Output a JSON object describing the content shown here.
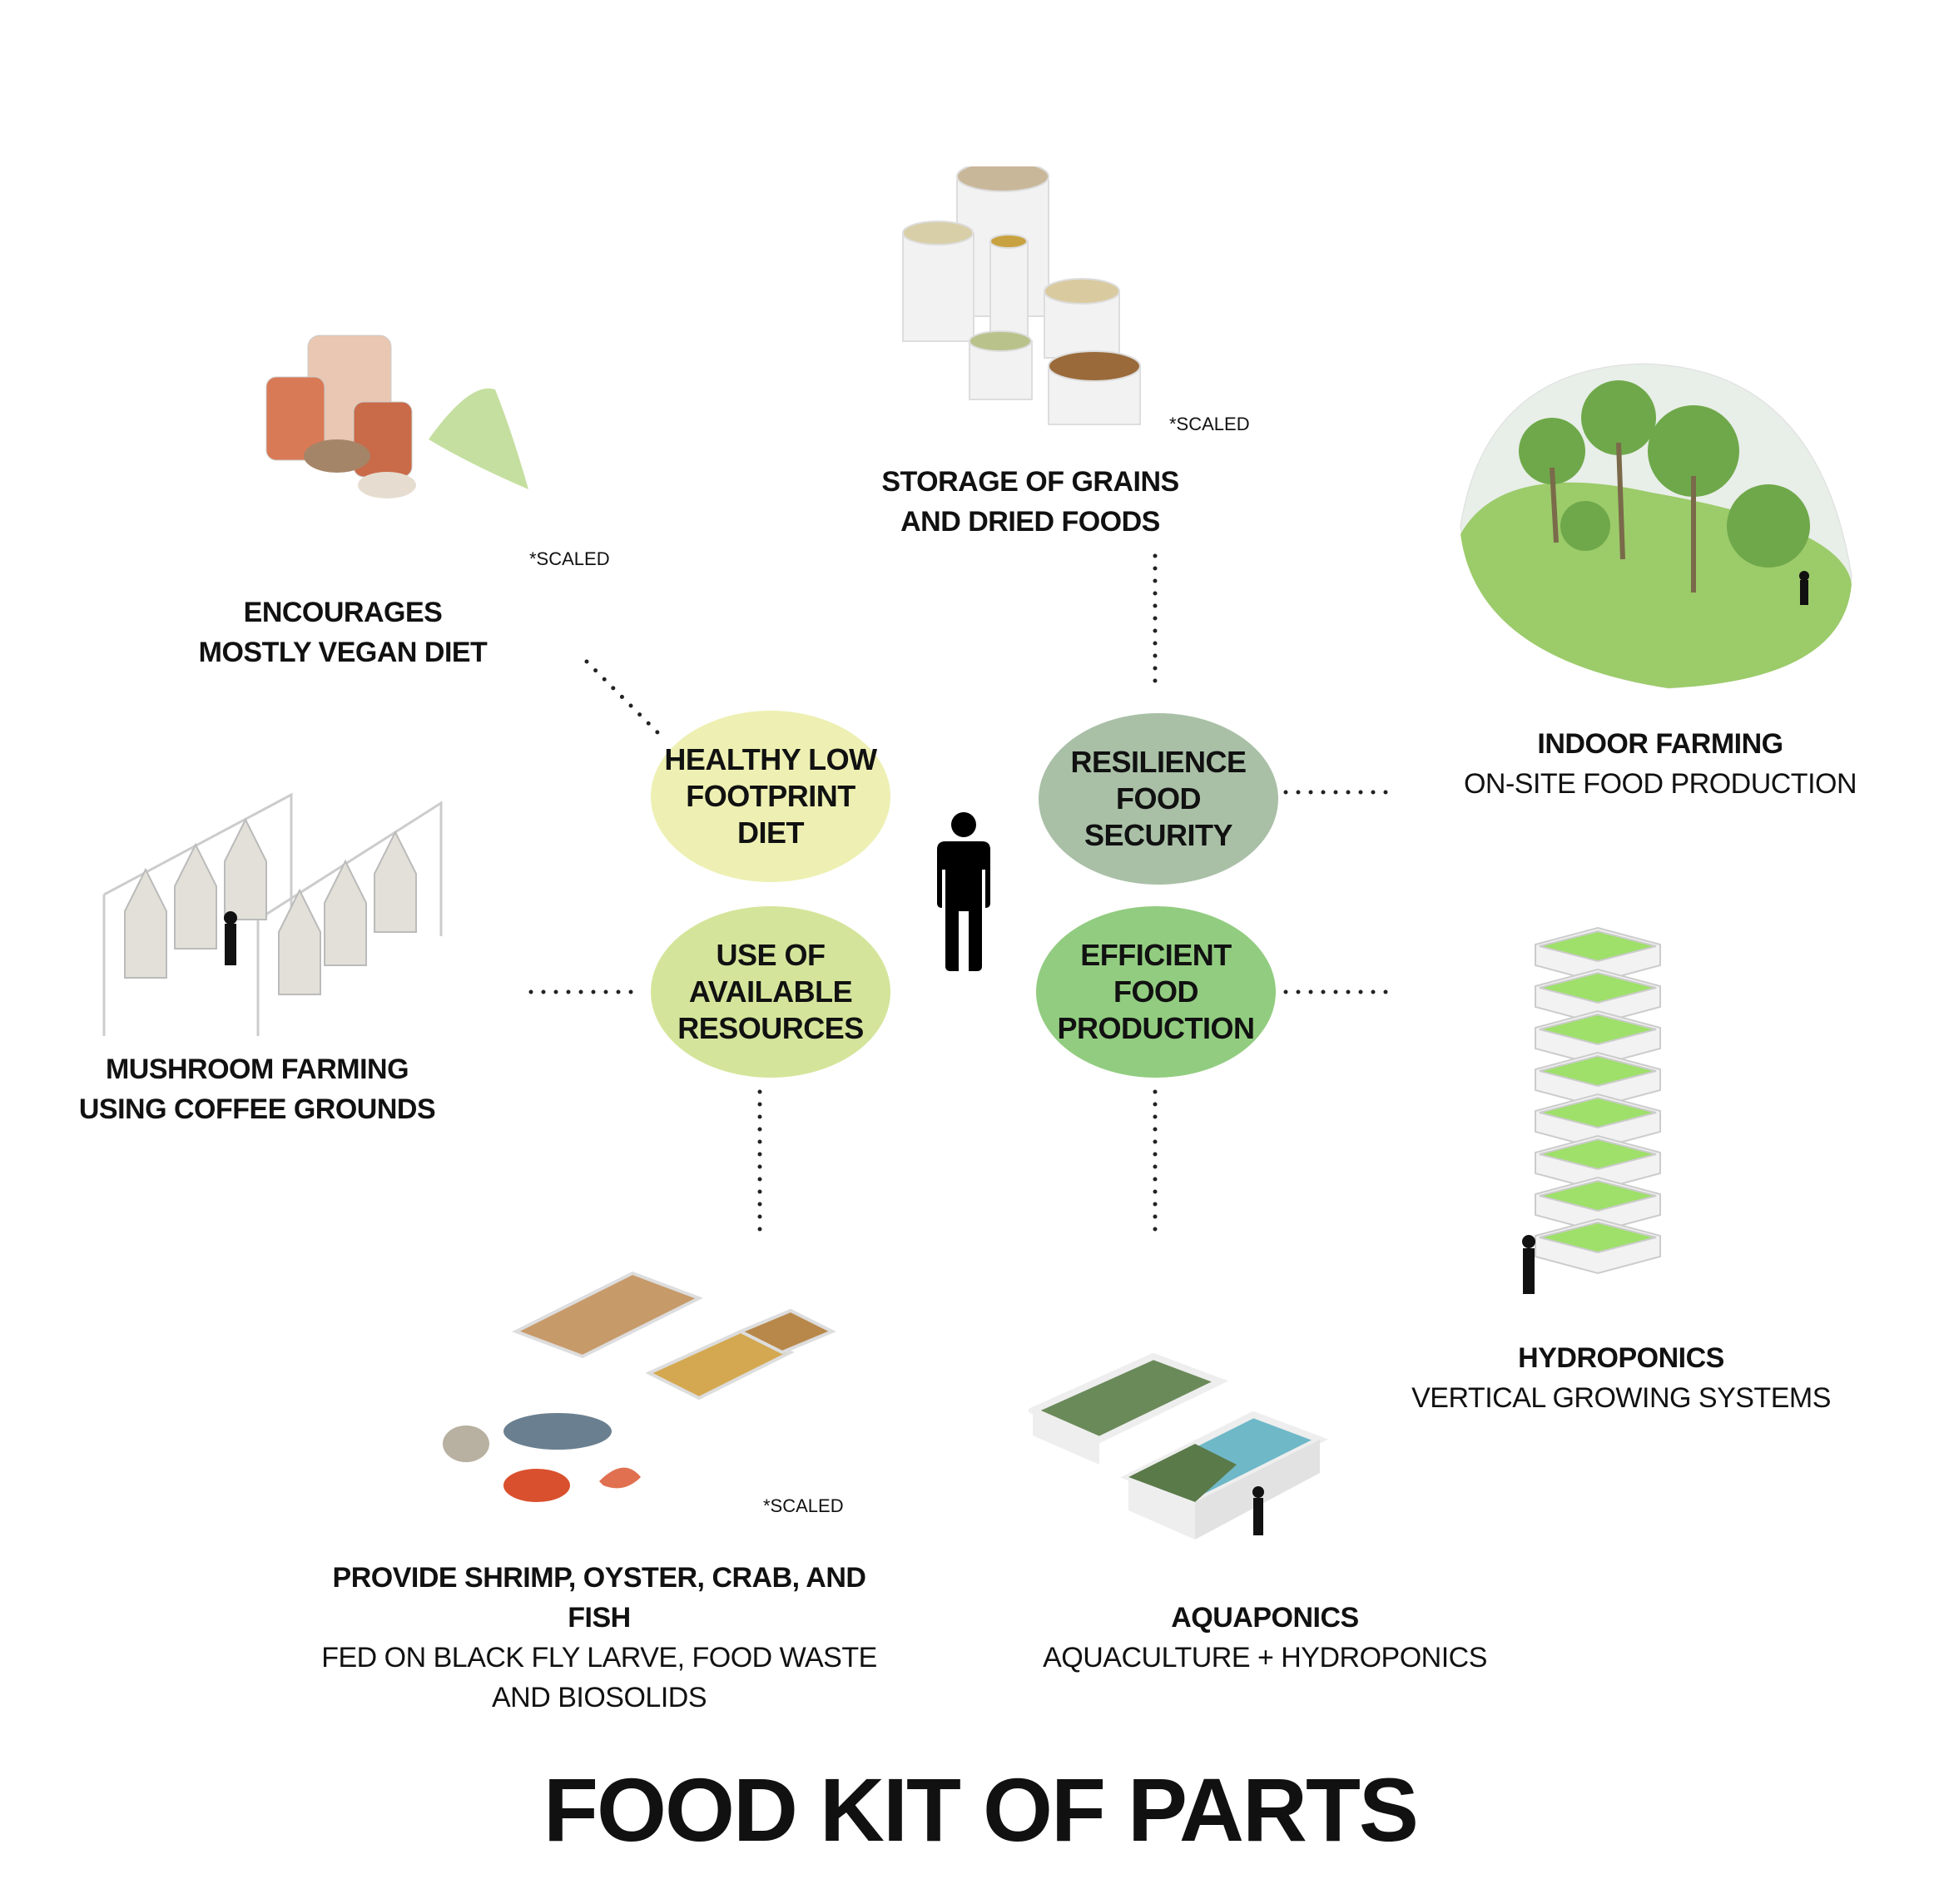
{
  "title": "FOOD KIT OF PARTS",
  "colors": {
    "healthy": "#edf0b2",
    "resilience": "#a9c0a7",
    "resources": "#d4e59b",
    "efficient": "#92cc80"
  },
  "center_icon": "person-icon",
  "bubbles": {
    "healthy": [
      "HEALTHY LOW",
      "FOOTPRINT",
      "DIET"
    ],
    "resilience": [
      "RESILIENCE",
      "FOOD",
      "SECURITY"
    ],
    "resources": [
      "USE OF",
      "AVAILABLE",
      "RESOURCES"
    ],
    "efficient": [
      "EFFICIENT",
      "FOOD",
      "PRODUCTION"
    ]
  },
  "items": {
    "storage": {
      "title": [
        "STORAGE OF GRAINS",
        "AND DRIED FOODS"
      ],
      "note": "*SCALED"
    },
    "vegan": {
      "title": [
        "ENCOURAGES",
        "MOSTLY VEGAN DIET"
      ],
      "note": "*SCALED"
    },
    "indoor": {
      "title": "INDOOR FARMING",
      "subtitle": "ON-SITE FOOD PRODUCTION"
    },
    "mushroom": {
      "title": [
        "MUSHROOM FARMING",
        "USING COFFEE GROUNDS"
      ]
    },
    "hydroponics": {
      "title": "HYDROPONICS",
      "subtitle": "VERTICAL GROWING SYSTEMS"
    },
    "seafood": {
      "title": [
        "PROVIDE SHRIMP, OYSTER, CRAB, AND",
        "FISH"
      ],
      "subtitle": [
        "FED ON BLACK FLY LARVE, FOOD WASTE",
        "AND BIOSOLIDS"
      ],
      "note": "*SCALED"
    },
    "aquaponics": {
      "title": "AQUAPONICS",
      "subtitle": "AQUACULTURE + HYDROPONICS"
    }
  }
}
